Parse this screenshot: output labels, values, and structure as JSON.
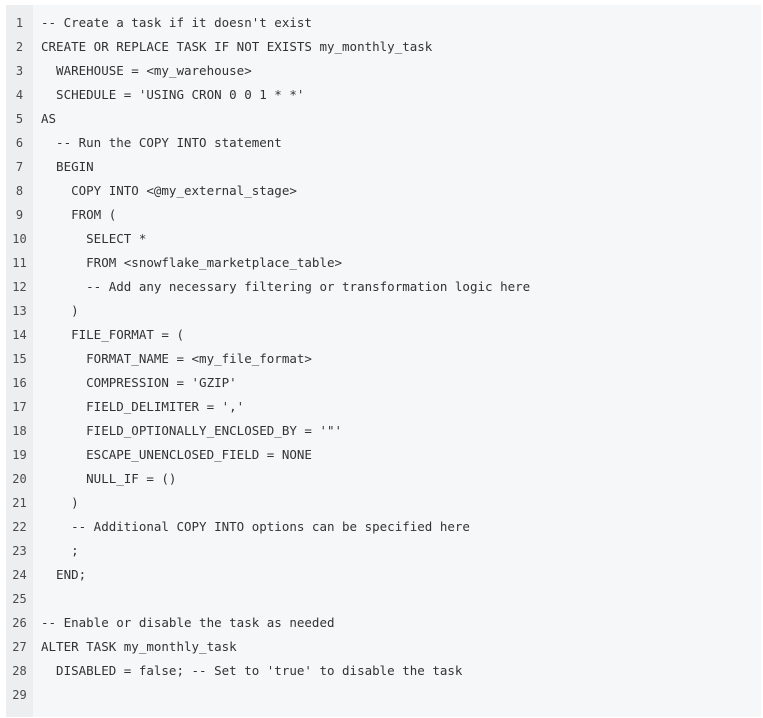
{
  "code": {
    "lines": [
      {
        "num": "1",
        "text": "-- Create a task if it doesn't exist"
      },
      {
        "num": "2",
        "text": "CREATE OR REPLACE TASK IF NOT EXISTS my_monthly_task"
      },
      {
        "num": "3",
        "text": "  WAREHOUSE = <my_warehouse>"
      },
      {
        "num": "4",
        "text": "  SCHEDULE = 'USING CRON 0 0 1 * *'"
      },
      {
        "num": "5",
        "text": "AS"
      },
      {
        "num": "6",
        "text": "  -- Run the COPY INTO statement"
      },
      {
        "num": "7",
        "text": "  BEGIN"
      },
      {
        "num": "8",
        "text": "    COPY INTO <@my_external_stage>"
      },
      {
        "num": "9",
        "text": "    FROM ("
      },
      {
        "num": "10",
        "text": "      SELECT *"
      },
      {
        "num": "11",
        "text": "      FROM <snowflake_marketplace_table>"
      },
      {
        "num": "12",
        "text": "      -- Add any necessary filtering or transformation logic here"
      },
      {
        "num": "13",
        "text": "    )"
      },
      {
        "num": "14",
        "text": "    FILE_FORMAT = ("
      },
      {
        "num": "15",
        "text": "      FORMAT_NAME = <my_file_format>"
      },
      {
        "num": "16",
        "text": "      COMPRESSION = 'GZIP'"
      },
      {
        "num": "17",
        "text": "      FIELD_DELIMITER = ','"
      },
      {
        "num": "18",
        "text": "      FIELD_OPTIONALLY_ENCLOSED_BY = '\"'"
      },
      {
        "num": "19",
        "text": "      ESCAPE_UNENCLOSED_FIELD = NONE"
      },
      {
        "num": "20",
        "text": "      NULL_IF = ()"
      },
      {
        "num": "21",
        "text": "    )"
      },
      {
        "num": "22",
        "text": "    -- Additional COPY INTO options can be specified here"
      },
      {
        "num": "23",
        "text": "    ;"
      },
      {
        "num": "24",
        "text": "  END;"
      },
      {
        "num": "25",
        "text": ""
      },
      {
        "num": "26",
        "text": "-- Enable or disable the task as needed"
      },
      {
        "num": "27",
        "text": "ALTER TASK my_monthly_task"
      },
      {
        "num": "28",
        "text": "  DISABLED = false; -- Set to 'true' to disable the task"
      },
      {
        "num": "29",
        "text": ""
      }
    ]
  }
}
